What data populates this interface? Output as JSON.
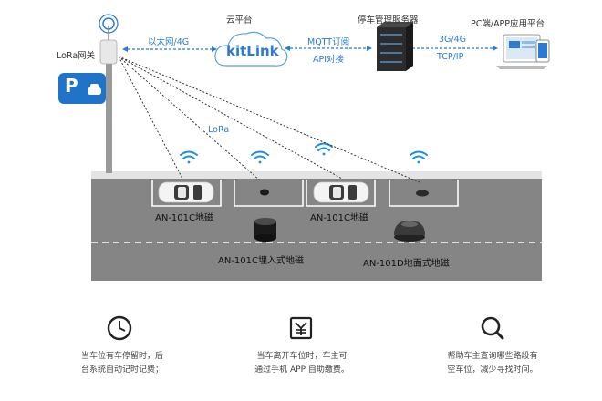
{
  "top": {
    "gateway_label": "LoRa网关",
    "cloud_label": "云平台",
    "cloud_brand": "kitLink",
    "server_label": "停车管理服务器",
    "pc_label": "PC端/APP应用平台",
    "link_ethernet": "以太网/4G",
    "link_mqtt": "MQTT订阅",
    "link_api": "API对接",
    "link_4g": "3G/4G",
    "link_tcp": "TCP/IP",
    "lora_label": "LoRa",
    "parking_sign": "P"
  },
  "road": {
    "sensor1_label": "AN-101C地磁",
    "sensor2_label": "AN-101C地磁",
    "sensor3_label": "AN-101C埋入式地磁",
    "sensor4_label": "AN-101D地面式地磁"
  },
  "features": [
    {
      "icon": "clock-icon",
      "line1": "当车位有车停留时，后",
      "line2": "台系统自动记时记费；"
    },
    {
      "icon": "yen-receipt-icon",
      "line1": "当车离开车位时，车主可",
      "line2": "通过手机 APP 自助缴费。"
    },
    {
      "icon": "search-icon",
      "line1": "帮助车主查询哪些路段有",
      "line2": "空车位，减少寻找时间。"
    }
  ],
  "colors": {
    "road": "#858585",
    "curb": "#e4e4e4",
    "accent_blue": "#2a7bd1",
    "pole": "#9a9a9a"
  }
}
